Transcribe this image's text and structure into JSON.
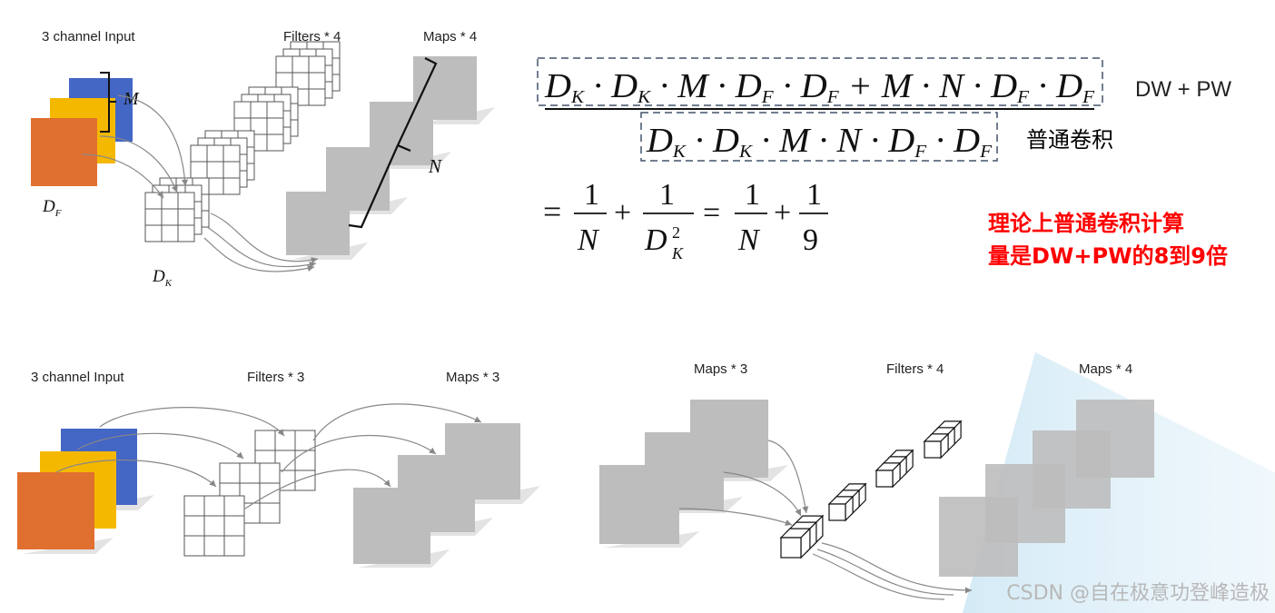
{
  "top_diagram": {
    "input_label": "3 channel Input",
    "filters_label": "Filters * 4",
    "maps_label": "Maps * 4",
    "m_label": "M",
    "n_label": "N",
    "df_label": "D",
    "df_sub": "F",
    "dk_label": "D",
    "dk_sub": "K"
  },
  "formula": {
    "numerator_dw_pw": "D_K · D_K · M · D_F · D_F + M · N · D_F · D_F",
    "denominator_std": "D_K · D_K · M · N · D_F · D_F",
    "dwpw_label": "DW + PW",
    "std_label": "普通卷积",
    "ratio_one_1": "1",
    "ratio_n": "N",
    "ratio_one_2": "1",
    "ratio_dk": "D",
    "ratio_dk_sup": "2",
    "ratio_dk_sub": "K",
    "ratio_one_3": "1",
    "ratio_n2": "N",
    "ratio_one_4": "1",
    "ratio_nine": "9",
    "note_line1": "理论上普通卷积计算",
    "note_line2": "量是DW+PW的8到9倍",
    "note_color": "#ff0000"
  },
  "bottom_left": {
    "input_label": "3 channel Input",
    "filters_label": "Filters * 3",
    "maps_label": "Maps * 3"
  },
  "bottom_right": {
    "maps_in_label": "Maps * 3",
    "filters_label": "Filters * 4",
    "maps_out_label": "Maps * 4"
  },
  "watermark": "CSDN @自在极意功登峰造极",
  "colors": {
    "blue": "#4466c4",
    "yellow": "#f5b800",
    "orange": "#e07030",
    "gray_map": "#bdbdbd",
    "dashed_box": "#44546a"
  }
}
